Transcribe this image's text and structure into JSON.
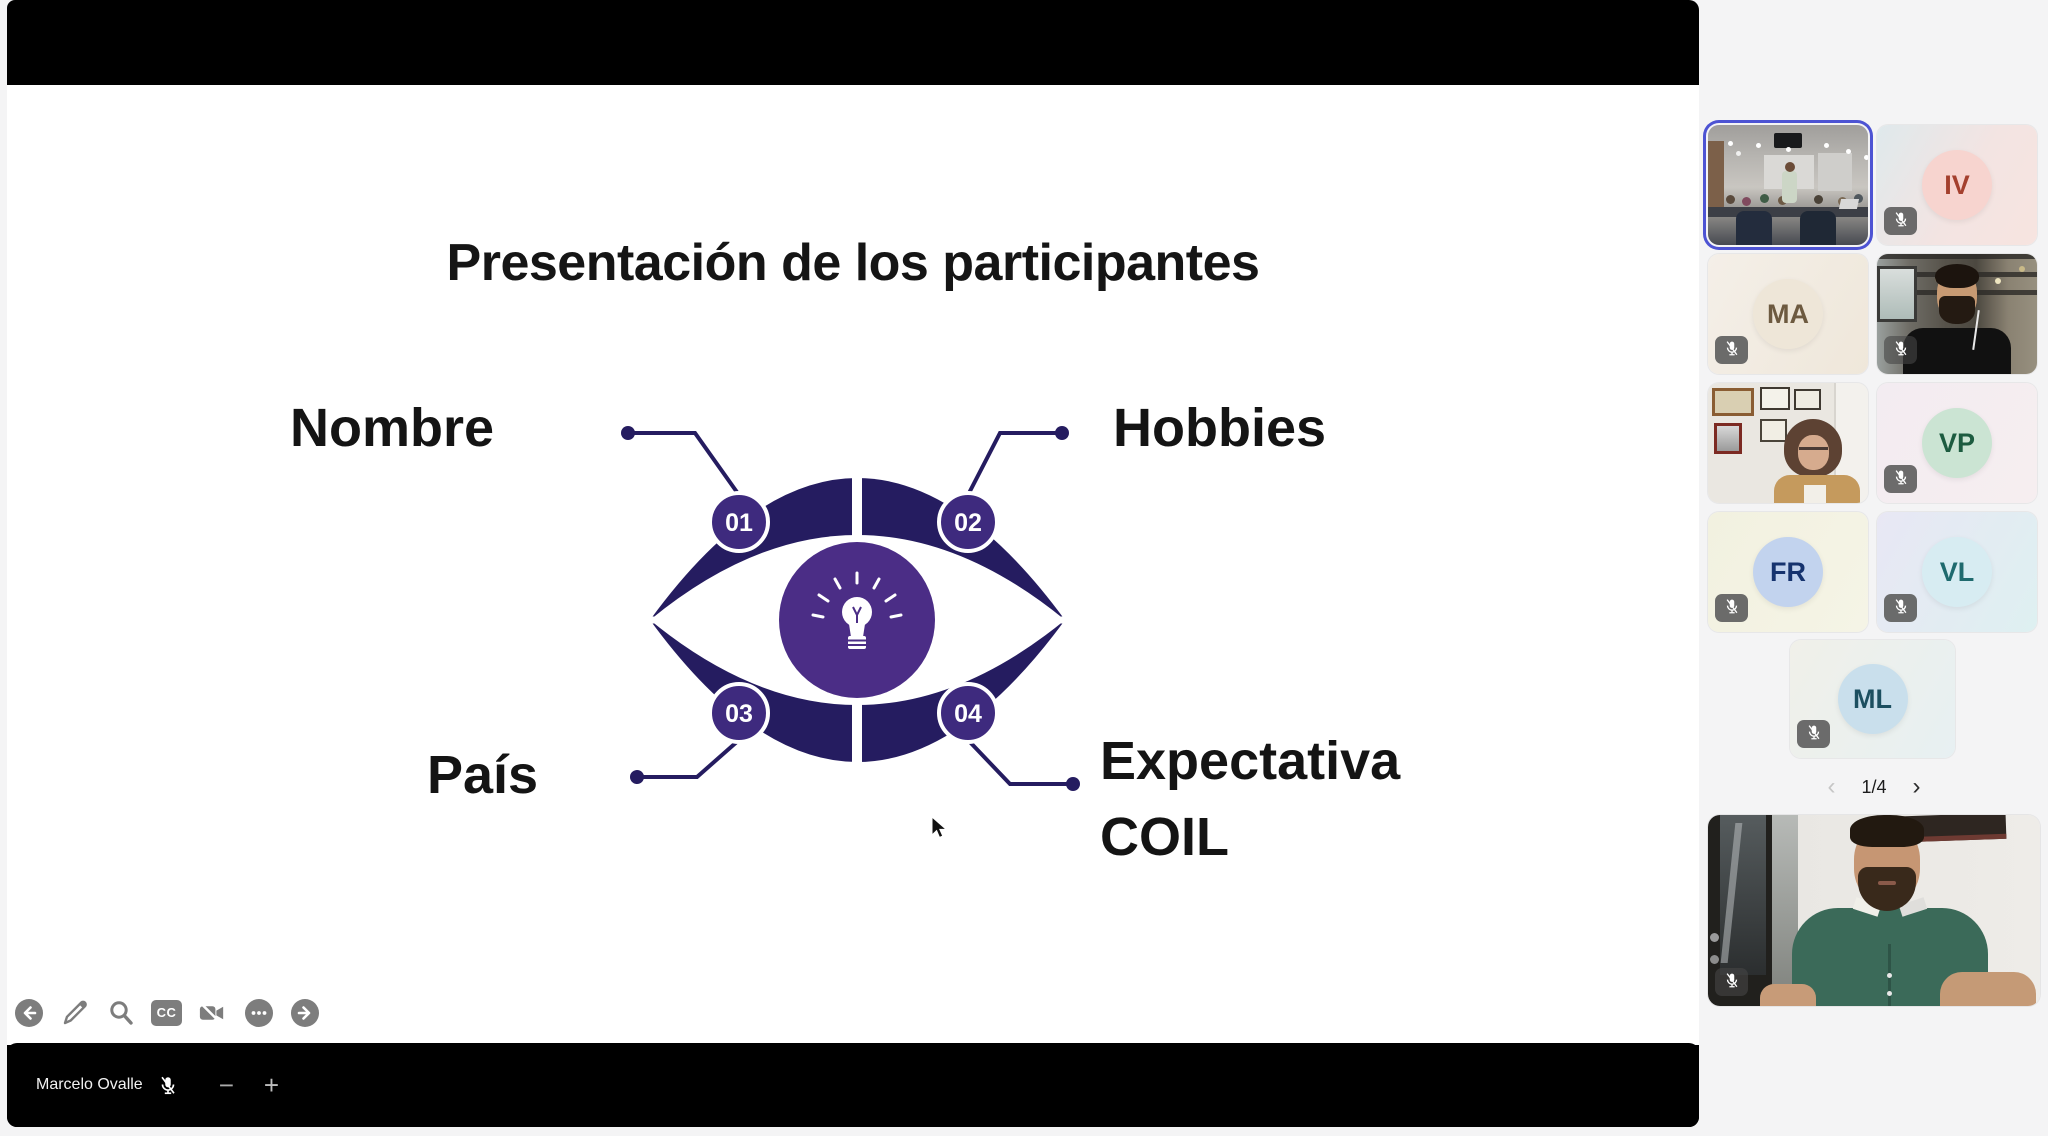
{
  "screen_share": {
    "speaker_label": "Marcelo Ovalle",
    "speaker_muted": true,
    "zoom_out_label": "−",
    "zoom_in_label": "+",
    "slide": {
      "title": "Presentación de los participantes",
      "center_icon": "lightbulb-icon",
      "items": [
        {
          "number": "01",
          "label": "Nombre",
          "position": "top-left"
        },
        {
          "number": "02",
          "label": "Hobbies",
          "position": "top-right"
        },
        {
          "number": "03",
          "label": "País",
          "position": "bottom-left"
        },
        {
          "number": "04",
          "label": "Expectativa COIL",
          "position": "bottom-right"
        }
      ],
      "colors": {
        "petal_navy": "#251c60",
        "center_circle_purple": "#4b2d86",
        "number_circle_purple": "#3e2a7e",
        "text": "#141414",
        "background": "#ffffff"
      }
    },
    "toolbar": {
      "captions_label": "CC",
      "icons": [
        "arrow-left-circle",
        "pencil",
        "magnifier",
        "closed-captions",
        "video-off",
        "ellipsis",
        "arrow-right-circle"
      ],
      "icon_color": "#7d7d7d"
    }
  },
  "sidebar": {
    "background": "#f4f4f5",
    "active_speaker_border": "#4d53d3",
    "participants": [
      {
        "kind": "video",
        "label": "classroom with audience and standing presenter",
        "muted": false,
        "active_speaker": true
      },
      {
        "kind": "avatar",
        "initials": "IV",
        "muted": true,
        "tile_bg": "linear-gradient(120deg,#dfe9ec 0%,#f3e4e2 55%,#f7e4e0 100%)",
        "avatar_bg": "#f7d4cf",
        "text_color": "#a4402e"
      },
      {
        "kind": "avatar",
        "initials": "MA",
        "muted": true,
        "tile_bg": "linear-gradient(120deg,#f4efe8 0%,#efe7da 100%)",
        "avatar_bg": "#eee6d8",
        "text_color": "#6d5a40"
      },
      {
        "kind": "video",
        "label": "bearded man in dark shirt, office background",
        "muted": true
      },
      {
        "kind": "video",
        "label": "woman with glasses, framed certificates on wall",
        "muted": false
      },
      {
        "kind": "avatar",
        "initials": "VP",
        "muted": true,
        "tile_bg": "linear-gradient(120deg,#f3ecf1 0%,#f6eef0 100%)",
        "avatar_bg": "#cbe4d3",
        "text_color": "#1d5c40"
      },
      {
        "kind": "avatar",
        "initials": "FR",
        "muted": true,
        "tile_bg": "linear-gradient(120deg,#f2f1e0 0%,#f5f4e6 100%)",
        "avatar_bg": "#c2d3ee",
        "text_color": "#16336e"
      },
      {
        "kind": "avatar",
        "initials": "VL",
        "muted": true,
        "tile_bg": "linear-gradient(120deg,#e8e7f4 0%,#def0f1 100%)",
        "avatar_bg": "#d7ecf2",
        "text_color": "#1f6a6e"
      },
      {
        "kind": "avatar",
        "initials": "ML",
        "muted": true,
        "tile_bg": "linear-gradient(120deg,#f0f0e9 0%,#e7f0f2 100%)",
        "avatar_bg": "#c9dfec",
        "text_color": "#1c4f60"
      },
      {
        "kind": "video",
        "label": "self view: bearded man in green polo",
        "muted": true
      }
    ],
    "pagination": {
      "prev": "‹",
      "label": "1/4",
      "next": "›"
    }
  }
}
